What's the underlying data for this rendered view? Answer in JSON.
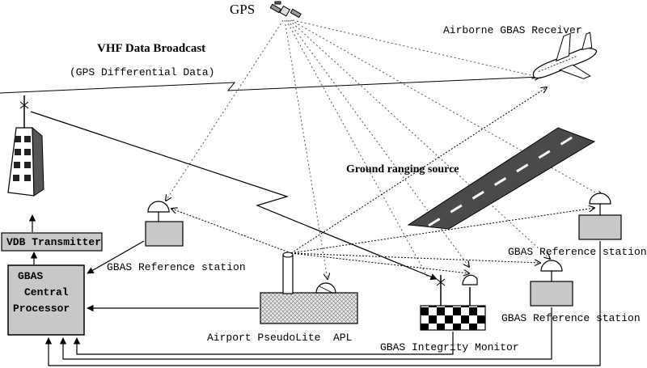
{
  "labels": {
    "gps": "GPS",
    "vhf_title": "VHF Data Broadcast",
    "vhf_subtitle": "(GPS Differential Data)",
    "airborne_receiver": "Airborne GBAS Receiver",
    "ground_ranging": "Ground ranging source",
    "vdb_transmitter": "VDB Transmitter",
    "central_processor": [
      "GBAS",
      "Central",
      "Processor"
    ],
    "ref_station_left": "GBAS Reference station",
    "ref_station_right_upper": "GBAS Reference station",
    "ref_station_right_lower": "GBAS Reference station",
    "airport_pseudolite": "Airport PseudoLite",
    "apl": "APL",
    "integrity_monitor": "GBAS Integrity Monitor"
  },
  "colors": {
    "box_fill": "#c8c8c8",
    "stroke": "#000000",
    "runway": "#4a4a4a"
  }
}
